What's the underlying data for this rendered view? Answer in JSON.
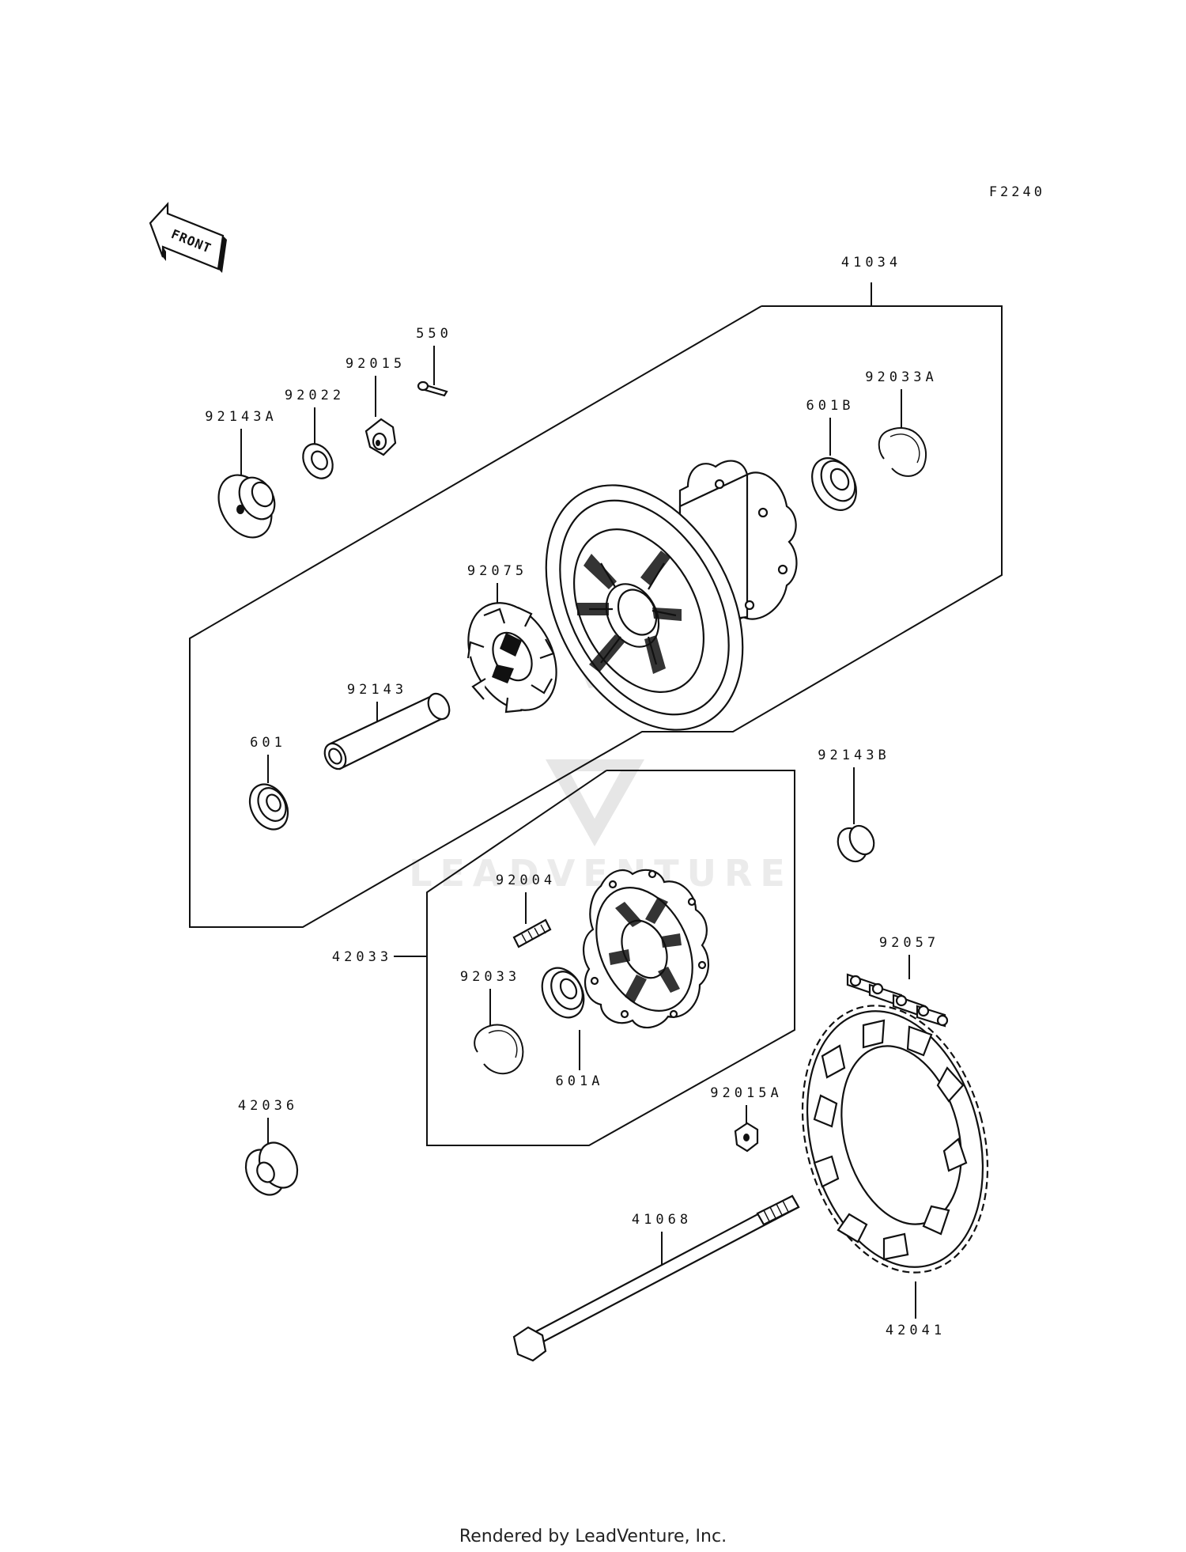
{
  "diagram": {
    "code": "F2240",
    "front_label": "FRONT",
    "footer": "Rendered by LeadVenture, Inc.",
    "watermark": "LEADVENTURE",
    "parts": {
      "p41034": "41034",
      "p550": "550",
      "p92015": "92015",
      "p92022": "92022",
      "p92143A": "92143A",
      "p601B": "601B",
      "p92033A": "92033A",
      "p92075": "92075",
      "p92143": "92143",
      "p601": "601",
      "p92143B": "92143B",
      "p92004": "92004",
      "p42033": "42033",
      "p92033": "92033",
      "p601A": "601A",
      "p92057": "92057",
      "p92015A": "92015A",
      "p42036": "42036",
      "p41068": "41068",
      "p42041": "42041"
    }
  }
}
